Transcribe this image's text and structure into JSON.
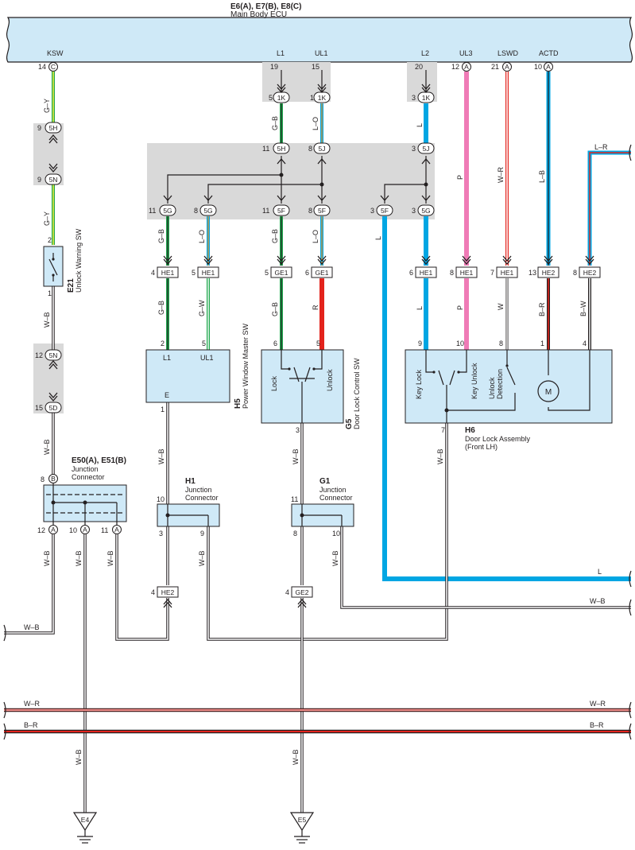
{
  "ecu": {
    "title": "E6(A), E7(B), E8(C)",
    "name": "Main Body ECU",
    "terminals": [
      {
        "name": "KSW",
        "pin": "14",
        "conn": "C"
      },
      {
        "name": "L1",
        "pin": "19",
        "conn": ""
      },
      {
        "name": "UL1",
        "pin": "15",
        "conn": ""
      },
      {
        "name": "L2",
        "pin": "20",
        "conn": ""
      },
      {
        "name": "UL3",
        "pin": "12",
        "conn": "A"
      },
      {
        "name": "LSWD",
        "pin": "21",
        "conn": "A"
      },
      {
        "name": "ACTD",
        "pin": "10",
        "conn": "A"
      }
    ]
  },
  "connectors": {
    "c1k_a": {
      "pin": "5",
      "name": "1K"
    },
    "c1k_b": {
      "pin": "1",
      "name": "1K"
    },
    "c1k_c": {
      "pin": "3",
      "name": "1K"
    },
    "c5h_top": {
      "pin": "9",
      "name": "5H"
    },
    "c5n_top": {
      "pin": "9",
      "name": "5N"
    },
    "c5h_mid": {
      "pin": "11",
      "name": "5H"
    },
    "c5j_a": {
      "pin": "8",
      "name": "5J"
    },
    "c5j_b": {
      "pin": "3",
      "name": "5J"
    },
    "c5g_1": {
      "pin": "11",
      "name": "5G"
    },
    "c5g_2": {
      "pin": "8",
      "name": "5G"
    },
    "c5f_1": {
      "pin": "11",
      "name": "5F"
    },
    "c5f_2": {
      "pin": "8",
      "name": "5F"
    },
    "c5f_3": {
      "pin": "3",
      "name": "5F"
    },
    "c5g_3": {
      "pin": "3",
      "name": "5G"
    },
    "he1_1": {
      "pin": "4",
      "name": "HE1"
    },
    "he1_2": {
      "pin": "5",
      "name": "HE1"
    },
    "ge1_1": {
      "pin": "5",
      "name": "GE1"
    },
    "ge1_2": {
      "pin": "6",
      "name": "GE1"
    },
    "he1_3": {
      "pin": "6",
      "name": "HE1"
    },
    "he1_4": {
      "pin": "8",
      "name": "HE1"
    },
    "he1_5": {
      "pin": "7",
      "name": "HE1"
    },
    "he2_1": {
      "pin": "13",
      "name": "HE2"
    },
    "he2_2": {
      "pin": "8",
      "name": "HE2"
    },
    "c5n_low": {
      "pin": "12",
      "name": "5N"
    },
    "c5d": {
      "pin": "15",
      "name": "5D"
    },
    "he2_b": {
      "pin": "4",
      "name": "HE2"
    },
    "ge2_b": {
      "pin": "4",
      "name": "GE2"
    }
  },
  "wires": {
    "gy1": "G–Y",
    "gy2": "G–Y",
    "wb_e21": "W–B",
    "wb_5d": "W–B",
    "gb_5h": "G–B",
    "lo_5j": "L–O",
    "l_1k": "L",
    "p_ul3": "P",
    "wr_lswd": "W–R",
    "lb_actd": "L–B",
    "lr_right": "L–R",
    "l_5f": "L",
    "gb_he1": "G–B",
    "lo_he1": "L–O",
    "gb_ge1": "G–B",
    "lo_ge1": "L–O",
    "gb_h5": "G–B",
    "gw_h5": "G–W",
    "gb_g5": "G–B",
    "r_g5": "R",
    "l_h6": "L",
    "p_h6": "P",
    "w_h6": "W",
    "br_h6": "B–R",
    "bw_h6": "B–W",
    "wb_h5": "W–B",
    "wb_g5": "W–B",
    "wb_h6": "W–B",
    "wb_j1": "W–B",
    "wb_j2": "W–B",
    "wb_j3": "W–B",
    "wb_h1": "W–B",
    "wb_g1": "W–B",
    "wb_left_bus": "W–B",
    "l_bus": "L",
    "wb_bus": "W–B",
    "wr_bus_l": "W–R",
    "wr_bus_r": "W–R",
    "br_bus_l": "B–R",
    "br_bus_r": "B–R",
    "wb_e4": "W–B",
    "wb_e5": "W–B"
  },
  "components": {
    "e21": {
      "id": "E21",
      "name": "Unlock Warning SW",
      "pin_top": "2",
      "pin_bot": "1"
    },
    "h5": {
      "id": "H5",
      "name": "Power Window Master SW",
      "l1": "L1",
      "ul1": "UL1",
      "e": "E",
      "pin_l1": "2",
      "pin_ul1": "5",
      "pin_e": "1"
    },
    "g5": {
      "id": "G5",
      "name": "Door Lock Control SW",
      "lock": "Lock",
      "unlock": "Unlock",
      "pin_lock": "6",
      "pin_unlock": "5",
      "pin_gnd": "3"
    },
    "h6": {
      "id": "H6",
      "name": "Door Lock Assembly",
      "sub": "(Front LH)",
      "key_lock": "Key Lock",
      "key_unlock": "Key Unlock",
      "unlock_det1": "Unlock",
      "unlock_det2": "Detection",
      "motor": "M",
      "pin_keylock": "9",
      "pin_keyunlock": "10",
      "pin_det": "8",
      "pin_m1": "1",
      "pin_m2": "4",
      "pin_gnd": "7"
    },
    "e50": {
      "id": "E50(A), E51(B)",
      "name1": "Junction",
      "name2": "Connector",
      "pin_top": "8",
      "conn_top": "B",
      "pin_a": "12",
      "pin_b": "10",
      "pin_c": "11",
      "conn_bot": "A"
    },
    "h1": {
      "id": "H1",
      "name1": "Junction",
      "name2": "Connector",
      "pin_top": "10",
      "pin_a": "3",
      "pin_b": "9"
    },
    "g1": {
      "id": "G1",
      "name1": "Junction",
      "name2": "Connector",
      "pin_top": "11",
      "pin_a": "8",
      "pin_b": "10"
    },
    "e4": {
      "id": "E4"
    },
    "e5": {
      "id": "E5"
    }
  },
  "colors": {
    "ecu_fill": "#cfe9f7",
    "splice_fill": "#d9d9d9",
    "blue": "#00a6e3",
    "green": "#1fa84e",
    "pink": "#ef7bb6",
    "red": "#e3231c",
    "yellow": "#e7e640",
    "black": "#231f20"
  }
}
